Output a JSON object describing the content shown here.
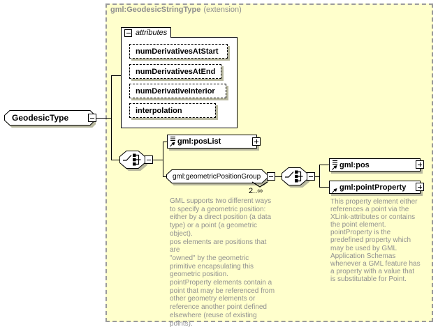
{
  "diagram": {
    "root": {
      "label": "GeodesicType"
    },
    "extension_frame": {
      "title": "gml:GeodesicStringType",
      "suffix": "(extension)"
    },
    "attributes_box": {
      "header": "attributes",
      "items": [
        "numDerivativesAtStart",
        "numDerivativesAtEnd",
        "numDerivativeInterior",
        "interpolation"
      ]
    },
    "content_model": {
      "pos_list": {
        "label": "gml:posList"
      },
      "geometric_position_group": {
        "label": "gml:geometricPositionGroup",
        "cardinality": "2..∞",
        "annotation": "GML supports two different ways\nto specify a geometric position:\neither by a direct position (a data\ntype) or a point (a geometric\nobject).\npos elements are positions that are\n\"owned\" by the geometric\nprimitive encapsulating this\ngeometric position.\npointProperty elements contain a\npoint that may be referenced from\nother geometry elements or\nreference another point defined\nelsewhere (reuse of existing\npoints)."
      },
      "pos": {
        "label": "gml:pos"
      },
      "point_property": {
        "label": "gml:pointProperty",
        "annotation": "This property element either\nreferences a point via the\nXLink-attributes or contains\nthe point element.\npointProperty is the\npredefined property which\nmay be used by GML\nApplication Schemas\nwhenever a GML feature has\na property with a value that\nis substitutable for Point."
      }
    },
    "colors": {
      "frame_background": "#ffffcc",
      "frame_border": "#9b9b9b",
      "annotation_text": "#909090",
      "box_shadow": "#b9b9a0",
      "title_text": "#8f8f8f"
    }
  }
}
